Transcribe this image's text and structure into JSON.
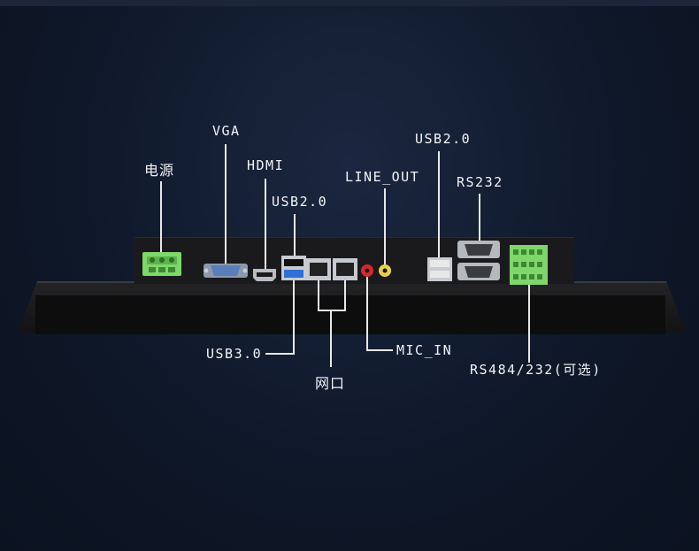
{
  "labels": {
    "power": "电源",
    "vga": "VGA",
    "hdmi": "HDMI",
    "usb2_top_left": "USB2.0",
    "line_out": "LINE_OUT",
    "usb2_top_right": "USB2.0",
    "rs232": "RS232",
    "usb3": "USB3.0",
    "lan": "网口",
    "mic_in": "MIC_IN",
    "rs484": "RS484/232(可选)"
  },
  "colors": {
    "background": "#0f1829",
    "terminal_green": "#7fd66a",
    "vga_blue": "#5a7fb8",
    "usb3_blue": "#2f6fd6",
    "mic_red": "#d8282a",
    "lineout_yellow": "#e8d24a",
    "rs232_metal": "#b5b8bc"
  }
}
